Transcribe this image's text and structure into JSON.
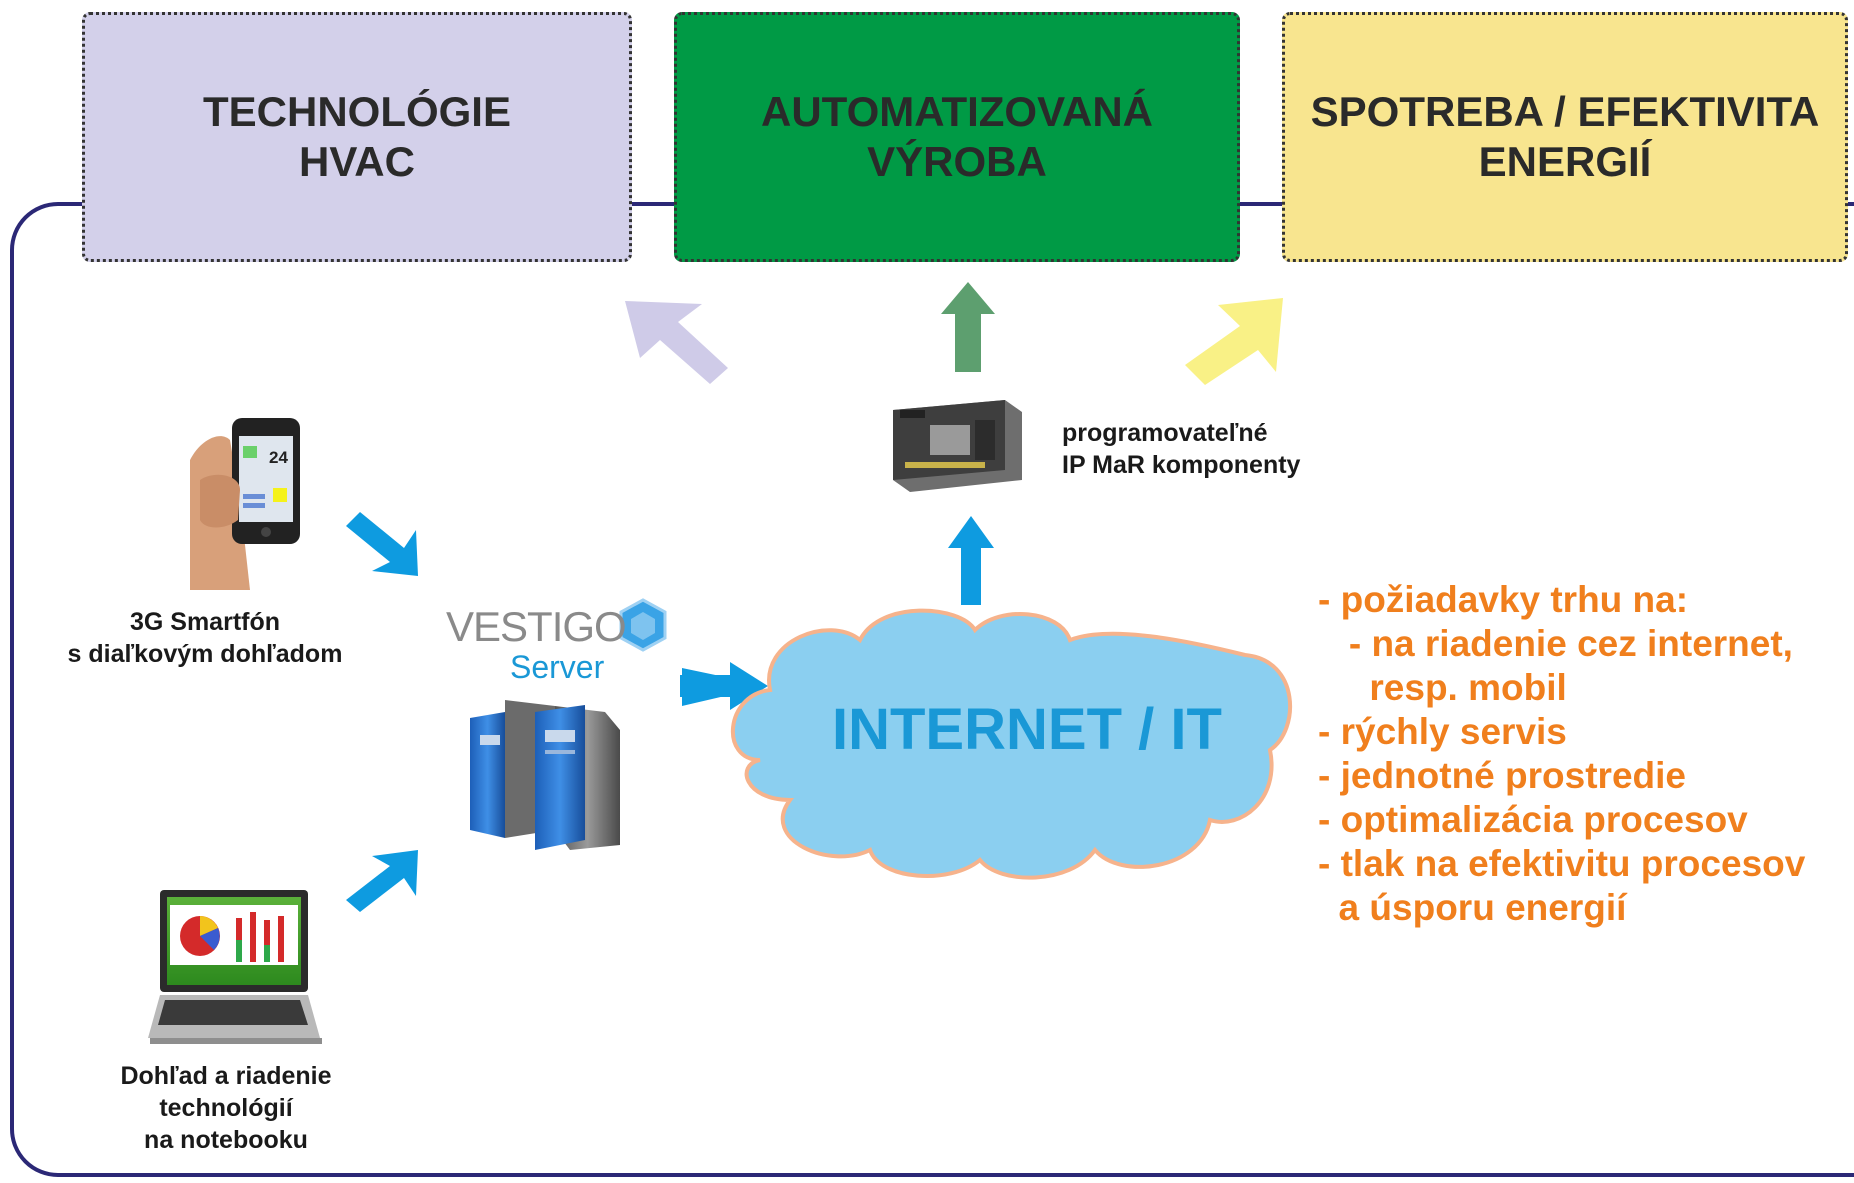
{
  "boxes": [
    {
      "label": "TECHNOLÓGIE\nHVAC",
      "color": "#d3d0ea"
    },
    {
      "label": "AUTOMATIZOVANÁ\nVÝROBA",
      "color": "#009a45"
    },
    {
      "label": "SPOTREBA / EFEKTIVITA\nENERGIÍ",
      "color": "#f8e58f"
    }
  ],
  "plc_label": "programovateľné\nIP MaR komponenty",
  "smartphone": {
    "caption": "3G Smartfón\ns diaľkovým dohľadom",
    "screen_value": "24"
  },
  "server": {
    "brand": "VESTIGO",
    "label": "Server"
  },
  "laptop": {
    "caption": "Dohľad a riadenie\ntechnológií\nna notebooku"
  },
  "cloud_label": "INTERNET / IT",
  "requirements": [
    "- požiadavky trhu na:",
    "   - na riadenie cez internet,",
    "     resp. mobil",
    "- rýchly servis",
    "- jednotné prostredie",
    "- optimalizácia procesov",
    "- tlak na efektivitu procesov",
    "  a úsporu energií"
  ],
  "colors": {
    "frame": "#2b2876",
    "arrow_blue": "#0e9be0",
    "arrow_green": "#5d9f6f",
    "arrow_lavender": "#cfcbe8",
    "arrow_yellow": "#f9f186",
    "cloud_fill": "#8bcff0",
    "cloud_stroke": "#f6b38c",
    "cloud_text": "#1a98d6",
    "orange_text": "#f07f1d"
  }
}
